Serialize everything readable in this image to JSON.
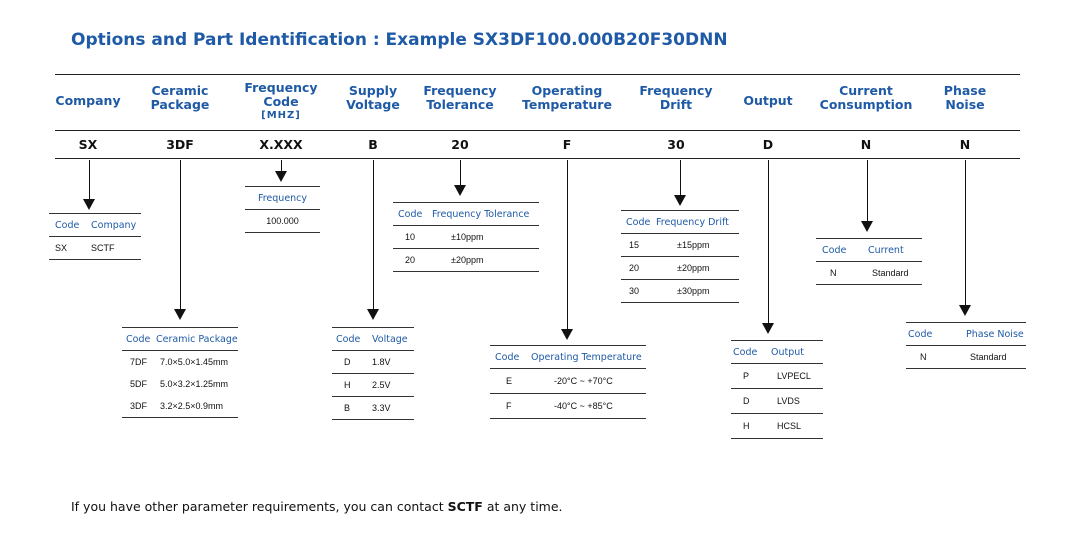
{
  "title": "Options and Part Identification :  Example SX3DF100.000B20F30DNN",
  "columns": [
    {
      "header": "Company",
      "code": "SX"
    },
    {
      "header": "Ceramic Package",
      "code": "3DF"
    },
    {
      "header": "Frequency Code",
      "sub": "[MHZ]",
      "code": "X.XXX"
    },
    {
      "header": "Supply Voltage",
      "code": "B"
    },
    {
      "header": "Frequency Tolerance",
      "code": "20"
    },
    {
      "header": "Operating Temperature",
      "code": "F"
    },
    {
      "header": "Frequency Drift",
      "code": "30"
    },
    {
      "header": "Output",
      "code": "D"
    },
    {
      "header": "Current Consumption",
      "code": "N"
    },
    {
      "header": "Phase Noise",
      "code": "N"
    }
  ],
  "tables": {
    "company": {
      "headers": [
        "Code",
        "Company"
      ],
      "rows": [
        [
          "SX",
          "SCTF"
        ]
      ]
    },
    "frequency": {
      "headers": [
        "Frequency"
      ],
      "rows": [
        [
          "100.000"
        ]
      ]
    },
    "package": {
      "headers": [
        "Code",
        "Ceramic Package"
      ],
      "rows": [
        [
          "7DF",
          "7.0×5.0×1.45mm"
        ],
        [
          "5DF",
          "5.0×3.2×1.25mm"
        ],
        [
          "3DF",
          "3.2×2.5×0.9mm"
        ]
      ]
    },
    "voltage": {
      "headers": [
        "Code",
        "Voltage"
      ],
      "rows": [
        [
          "D",
          "1.8V"
        ],
        [
          "H",
          "2.5V"
        ],
        [
          "B",
          "3.3V"
        ]
      ]
    },
    "tolerance": {
      "headers": [
        "Code",
        "Frequency Tolerance"
      ],
      "rows": [
        [
          "10",
          "±10ppm"
        ],
        [
          "20",
          "±20ppm"
        ]
      ]
    },
    "temperature": {
      "headers": [
        "Code",
        "Operating Temperature"
      ],
      "rows": [
        [
          "E",
          "-20°C ~ +70°C"
        ],
        [
          "F",
          "-40°C ~ +85°C"
        ]
      ]
    },
    "drift": {
      "headers": [
        "Code",
        "Frequency Drift"
      ],
      "rows": [
        [
          "15",
          "±15ppm"
        ],
        [
          "20",
          "±20ppm"
        ],
        [
          "30",
          "±30ppm"
        ]
      ]
    },
    "output": {
      "headers": [
        "Code",
        "Output"
      ],
      "rows": [
        [
          "P",
          "LVPECL"
        ],
        [
          "D",
          "LVDS"
        ],
        [
          "H",
          "HCSL"
        ]
      ]
    },
    "current": {
      "headers": [
        "Code",
        "Current"
      ],
      "rows": [
        [
          "N",
          "Standard"
        ]
      ]
    },
    "phase_noise": {
      "headers": [
        "Code",
        "Phase Noise"
      ],
      "rows": [
        [
          "N",
          "Standard"
        ]
      ]
    }
  },
  "footer": {
    "before": "If you have other parameter requirements, you can contact ",
    "brand": "SCTF",
    "after": " at any time."
  },
  "colors": {
    "accent": "#1f5aa6",
    "text": "#111111"
  }
}
